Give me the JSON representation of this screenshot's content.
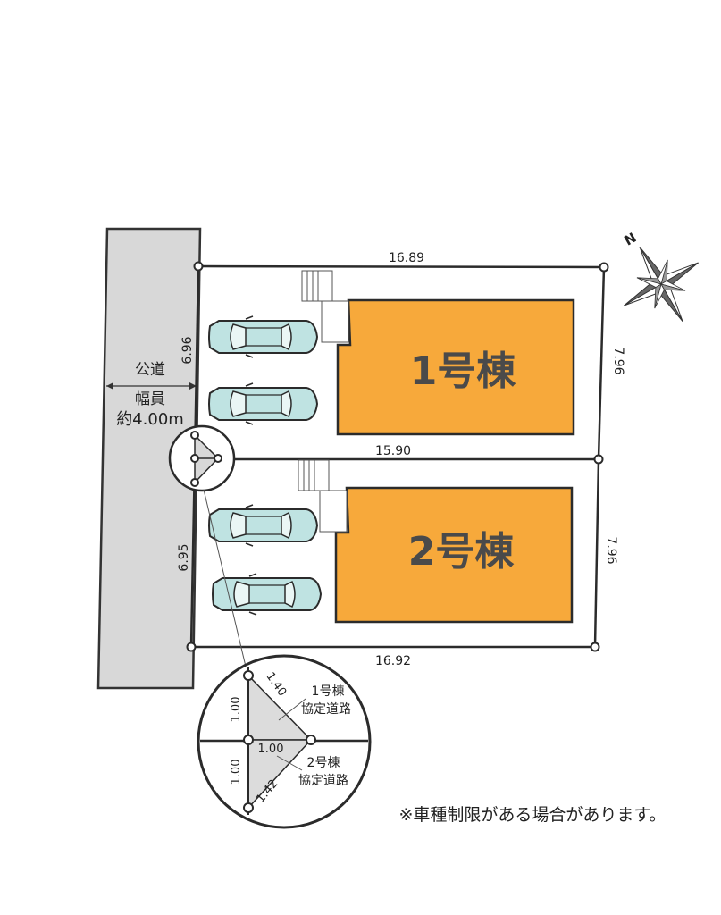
{
  "road": {
    "label_line1": "公道",
    "label_line2": "幅員",
    "label_line3": "約4.00m"
  },
  "lot1": {
    "building_label": "1号棟",
    "top_length": "16.89",
    "right_length": "7.96",
    "left_length": "6.96"
  },
  "lot2": {
    "building_label": "2号棟",
    "top_length": "15.90",
    "right_length": "7.96",
    "left_length": "6.95",
    "bottom_length": "16.92"
  },
  "detail": {
    "upper_side": "1.00",
    "upper_hyp": "1.40",
    "middle": "1.00",
    "lower_side": "1.00",
    "lower_hyp": "1.42",
    "label1_line1": "1号棟",
    "label1_line2": "協定道路",
    "label2_line1": "2号棟",
    "label2_line2": "協定道路"
  },
  "compass": {
    "north_letter": "N",
    "icon": "compass-rose-icon"
  },
  "cars": {
    "count": 4,
    "icon": "car-icon"
  },
  "note": "※車種制限がある場合があります。",
  "colors": {
    "building": "#f7a93b",
    "road": "#d8d8d8",
    "car": "#bfe3e2",
    "triangle": "#dcdcdc"
  }
}
